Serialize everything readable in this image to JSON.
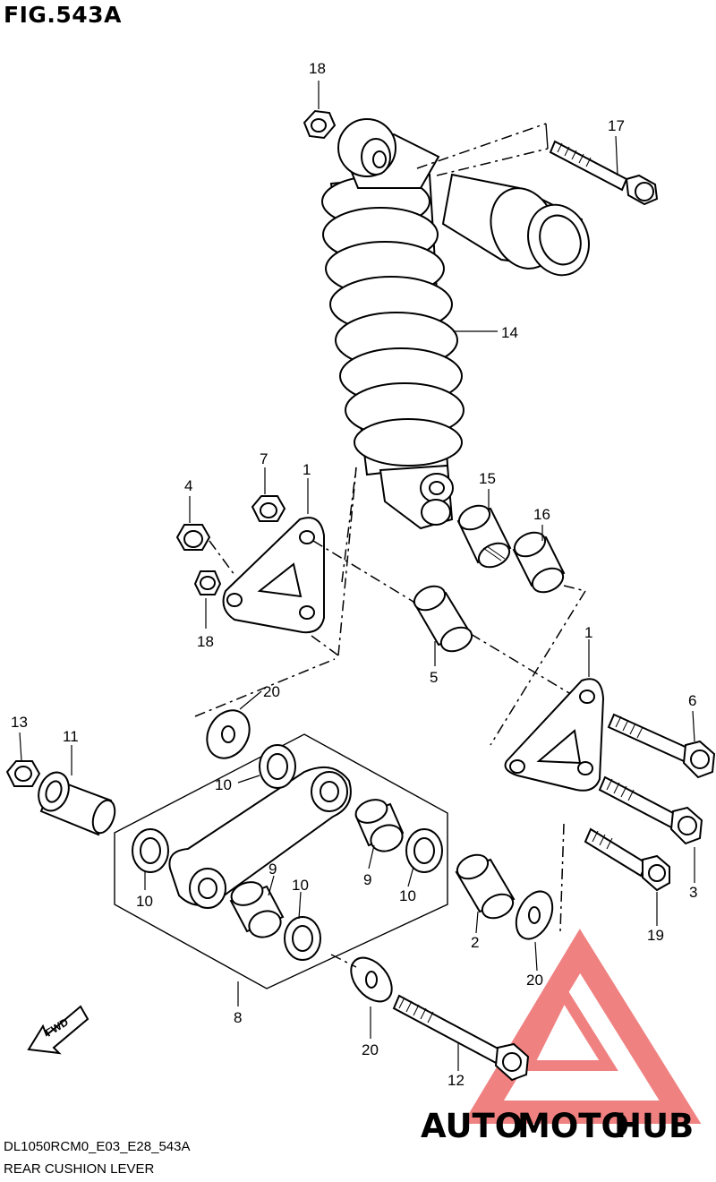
{
  "figure": {
    "title": "FIG.543A",
    "code": "DL1050RCM0_E03_E28_543A",
    "caption": "REAR CUSHION LEVER"
  },
  "fwd_label": "FWD",
  "callouts": [
    "18",
    "17",
    "14",
    "7",
    "1",
    "4",
    "15",
    "16",
    "18",
    "5",
    "20",
    "1",
    "6",
    "13",
    "11",
    "10",
    "9",
    "10",
    "9",
    "10",
    "8",
    "2",
    "3",
    "19",
    "20",
    "20",
    "12"
  ],
  "watermark": {
    "auto": "AUTO",
    "moto": "MOTO",
    "hub": "HUB",
    "colors": {
      "auto": "#f5b23a",
      "moto": "#ef6f6b",
      "hub": "#8a8a8a",
      "triangle": "#ee6c6c"
    }
  }
}
